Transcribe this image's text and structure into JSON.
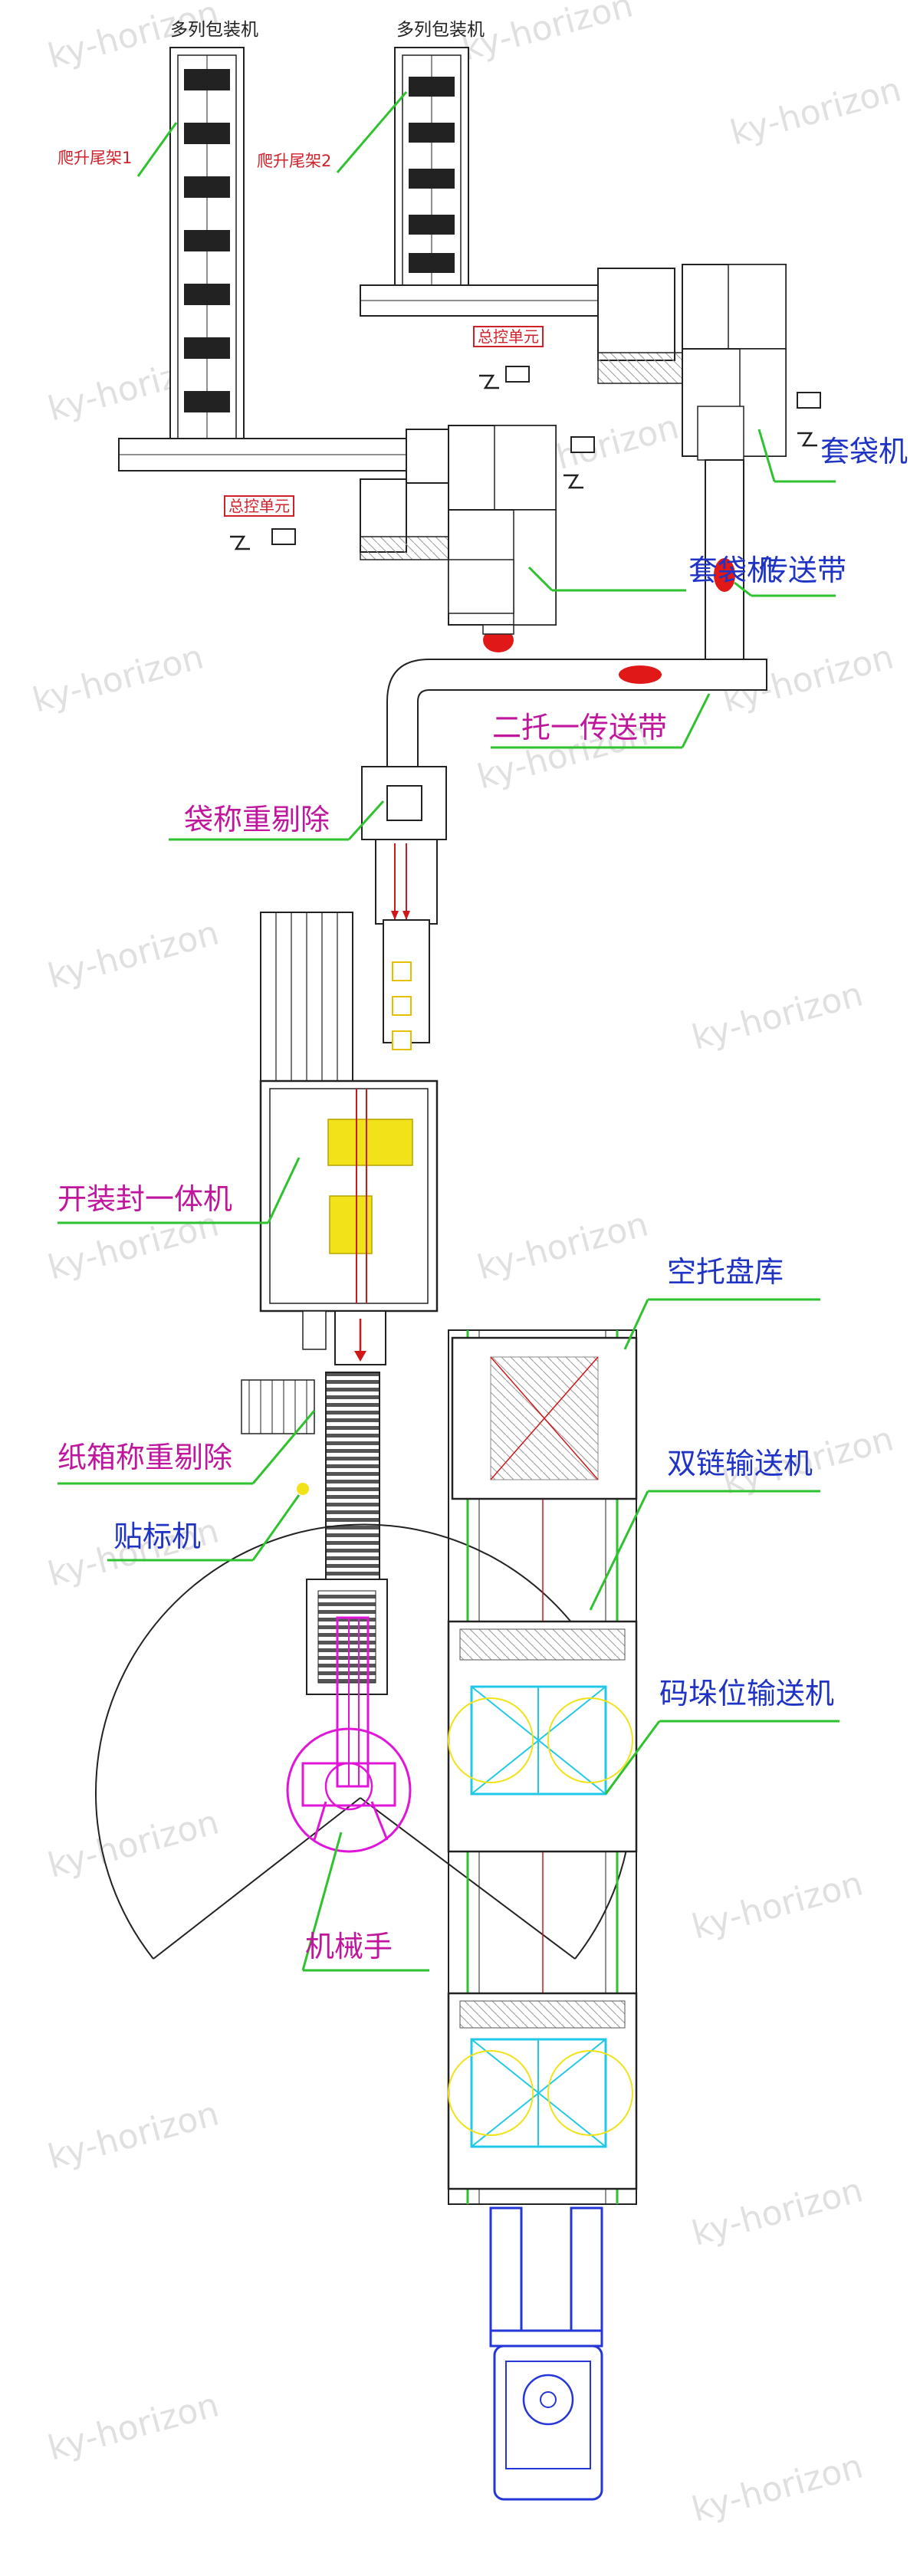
{
  "labels": {
    "packer_1": "多列包装机",
    "packer_2": "多列包装机",
    "climb_frame_1": "爬升尾架1",
    "climb_frame_2": "爬升尾架2",
    "control_unit_1": "总控单元",
    "control_unit_2": "总控单元",
    "bagging_machine_1": "套袋机",
    "bagging_machine_2": "套袋机",
    "conveyor": "传送带",
    "merge_conveyor": "二托一传送带",
    "bag_weigh_reject": "袋称重剔除",
    "case_erect_seal": "开装封一体机",
    "empty_pallet_store": "空托盘库",
    "double_chain_conveyor": "双链输送机",
    "carton_weigh_reject": "纸箱称重剔除",
    "labeler": "贴标机",
    "stacking_conveyor": "码垛位输送机",
    "robot_arm": "机械手"
  },
  "watermark": "ky-horizon",
  "colors": {
    "line_green": "#2ec22e",
    "label_purple": "#c0169e",
    "label_blue": "#1f33c4",
    "label_red": "#d0202a",
    "robot_magenta": "#e015d8",
    "forklift_blue": "#2436d8",
    "pallet_cyan": "#22c8e8",
    "highlight_yellow": "#f2e21a"
  }
}
